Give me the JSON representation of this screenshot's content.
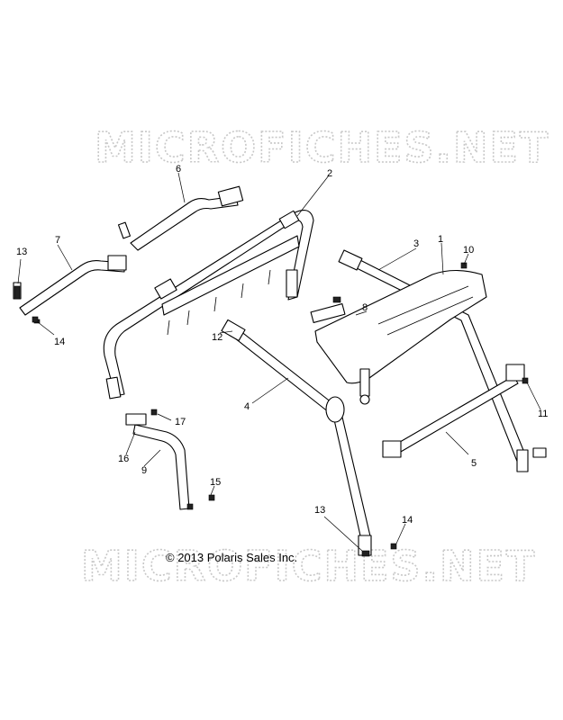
{
  "watermark": {
    "top": "MICROFICHES.NET",
    "bottom": "MICROFICHES.NET"
  },
  "copyright": "© 2013 Polaris Sales Inc.",
  "callouts": [
    {
      "num": "1"
    },
    {
      "num": "2"
    },
    {
      "num": "3"
    },
    {
      "num": "4"
    },
    {
      "num": "5"
    },
    {
      "num": "6"
    },
    {
      "num": "7"
    },
    {
      "num": "8"
    },
    {
      "num": "9"
    },
    {
      "num": "10"
    },
    {
      "num": "11"
    },
    {
      "num": "12"
    },
    {
      "num": "13"
    },
    {
      "num": "13"
    },
    {
      "num": "14"
    },
    {
      "num": "14"
    },
    {
      "num": "15"
    },
    {
      "num": "16"
    },
    {
      "num": "17"
    }
  ]
}
